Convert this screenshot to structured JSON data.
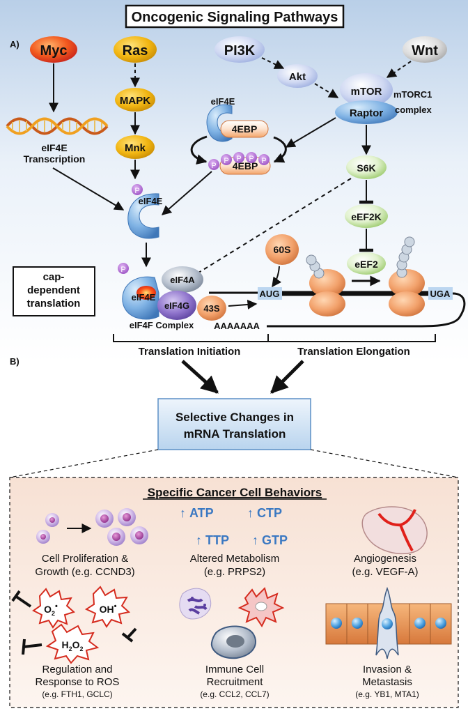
{
  "title": "Oncogenic Signaling Pathways",
  "panel_a_label": "A)",
  "panel_b_label": "B)",
  "nodes": {
    "myc": "Myc",
    "ras": "Ras",
    "pi3k": "PI3K",
    "wnt": "Wnt",
    "mapk": "MAPK",
    "mnk": "Mnk",
    "akt": "Akt",
    "mtor": "mTOR",
    "raptor": "Raptor",
    "mtorc1_line1": "mTORC1",
    "mtorc1_line2": "complex",
    "s6k": "S6K",
    "eef2k": "eEF2K",
    "eef2": "eEF2",
    "eif4e": "eIF4E",
    "fourebp": "4EBP",
    "phospho": "P",
    "eif4e_tx_line1": "eIF4E",
    "eif4e_tx_line2": "Transcription",
    "eif4a": "eIF4A",
    "eif4g": "eIF4G",
    "s43": "43S",
    "s60": "60S",
    "aug": "AUG",
    "uga": "UGA",
    "polya": "AAAAAAA",
    "eif4f_complex": "eIF4F Complex",
    "cap_line1": "cap-",
    "cap_line2": "dependent",
    "cap_line3": "translation",
    "translation_initiation": "Translation Initiation",
    "translation_elongation": "Translation Elongation"
  },
  "central_box": {
    "line1": "Selective Changes in",
    "line2": "mRNA Translation"
  },
  "behaviors": {
    "heading": "Specific Cancer Cell Behaviors",
    "items": [
      {
        "line1": "Cell Proliferation &",
        "line2": "Growth (e.g. CCND3)",
        "line3": ""
      },
      {
        "line1": "Altered Metabolism",
        "line2": "(e.g. PRPS2)",
        "line3": ""
      },
      {
        "line1": "Angiogenesis",
        "line2": "(e.g. VEGF-A)",
        "line3": ""
      },
      {
        "line1": "Regulation and",
        "line2": "Response to ROS",
        "line3": "(e.g. FTH1, GCLC)"
      },
      {
        "line1": "Immune Cell",
        "line2": "Recruitment",
        "line3": "(e.g. CCL2, CCL7)"
      },
      {
        "line1": "Invasion &",
        "line2": "Metastasis",
        "line3": "(e.g. YB1, MTA1)"
      }
    ],
    "metabolites": [
      "ATP",
      "CTP",
      "TTP",
      "GTP"
    ],
    "metabolite_arrow": "↑",
    "ros": {
      "o2": "O",
      "o2_sub": "2",
      "oh": "OH",
      "h2o2_h": "H",
      "h2o2_2a": "2",
      "h2o2_o": "O",
      "h2o2_2b": "2",
      "radical_dot": "•"
    }
  },
  "colors": {
    "accent_blue": "#4a86c8",
    "red": "#d52b1e",
    "orange": "#e8864e",
    "gold": "#e8b020",
    "purple": "#8b5bb8",
    "green": "#6aa84f"
  }
}
